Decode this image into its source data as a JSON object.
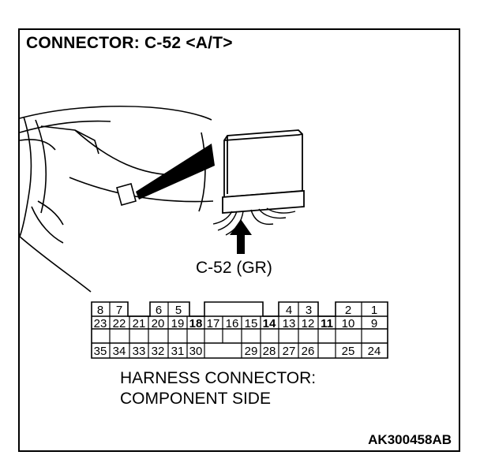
{
  "title": "CONNECTOR: C-52 <A/T>",
  "callout_label": "C-52 (GR)",
  "caption_line1": "HARNESS CONNECTOR:",
  "caption_line2": "COMPONENT SIDE",
  "figure_id": "AK300458AB",
  "pins": {
    "row1": [
      "8",
      "7",
      "6",
      "5",
      "4",
      "3",
      "2",
      "1"
    ],
    "row2": [
      "23",
      "22",
      "21",
      "20",
      "19",
      "18",
      "17",
      "16",
      "15",
      "14",
      "13",
      "12",
      "11",
      "10",
      "9"
    ],
    "row3": [
      "35",
      "34",
      "33",
      "32",
      "31",
      "30",
      "29",
      "28",
      "27",
      "26",
      "25",
      "24"
    ]
  }
}
